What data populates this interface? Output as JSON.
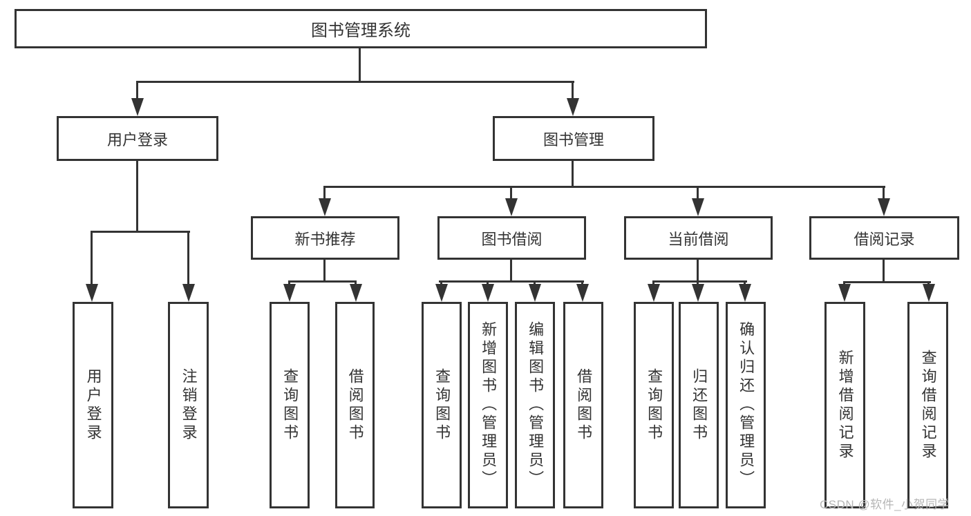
{
  "tree": {
    "root": {
      "label": "图书管理系统"
    },
    "branches": [
      {
        "label": "用户登录",
        "children": [
          {
            "label": "用户登录"
          },
          {
            "label": "注销登录"
          }
        ]
      },
      {
        "label": "图书管理",
        "children": [
          {
            "label": "新书推荐",
            "children": [
              {
                "label": "查询图书"
              },
              {
                "label": "借阅图书"
              }
            ]
          },
          {
            "label": "图书借阅",
            "children": [
              {
                "label": "查询图书"
              },
              {
                "label": "新增图书（管理员）"
              },
              {
                "label": "编辑图书（管理员）"
              },
              {
                "label": "借阅图书"
              }
            ]
          },
          {
            "label": "当前借阅",
            "children": [
              {
                "label": "查询图书"
              },
              {
                "label": "归还图书"
              },
              {
                "label": "确认归还（管理员）"
              }
            ]
          },
          {
            "label": "借阅记录",
            "children": [
              {
                "label": "新增借阅记录"
              },
              {
                "label": "查询借阅记录"
              }
            ]
          }
        ]
      }
    ]
  },
  "watermark": {
    "text": "CSDN @软件_小贺同学"
  },
  "colors": {
    "line": "#333333",
    "text": "#333333",
    "background": "#ffffff",
    "watermark": "#b6b6b6"
  }
}
